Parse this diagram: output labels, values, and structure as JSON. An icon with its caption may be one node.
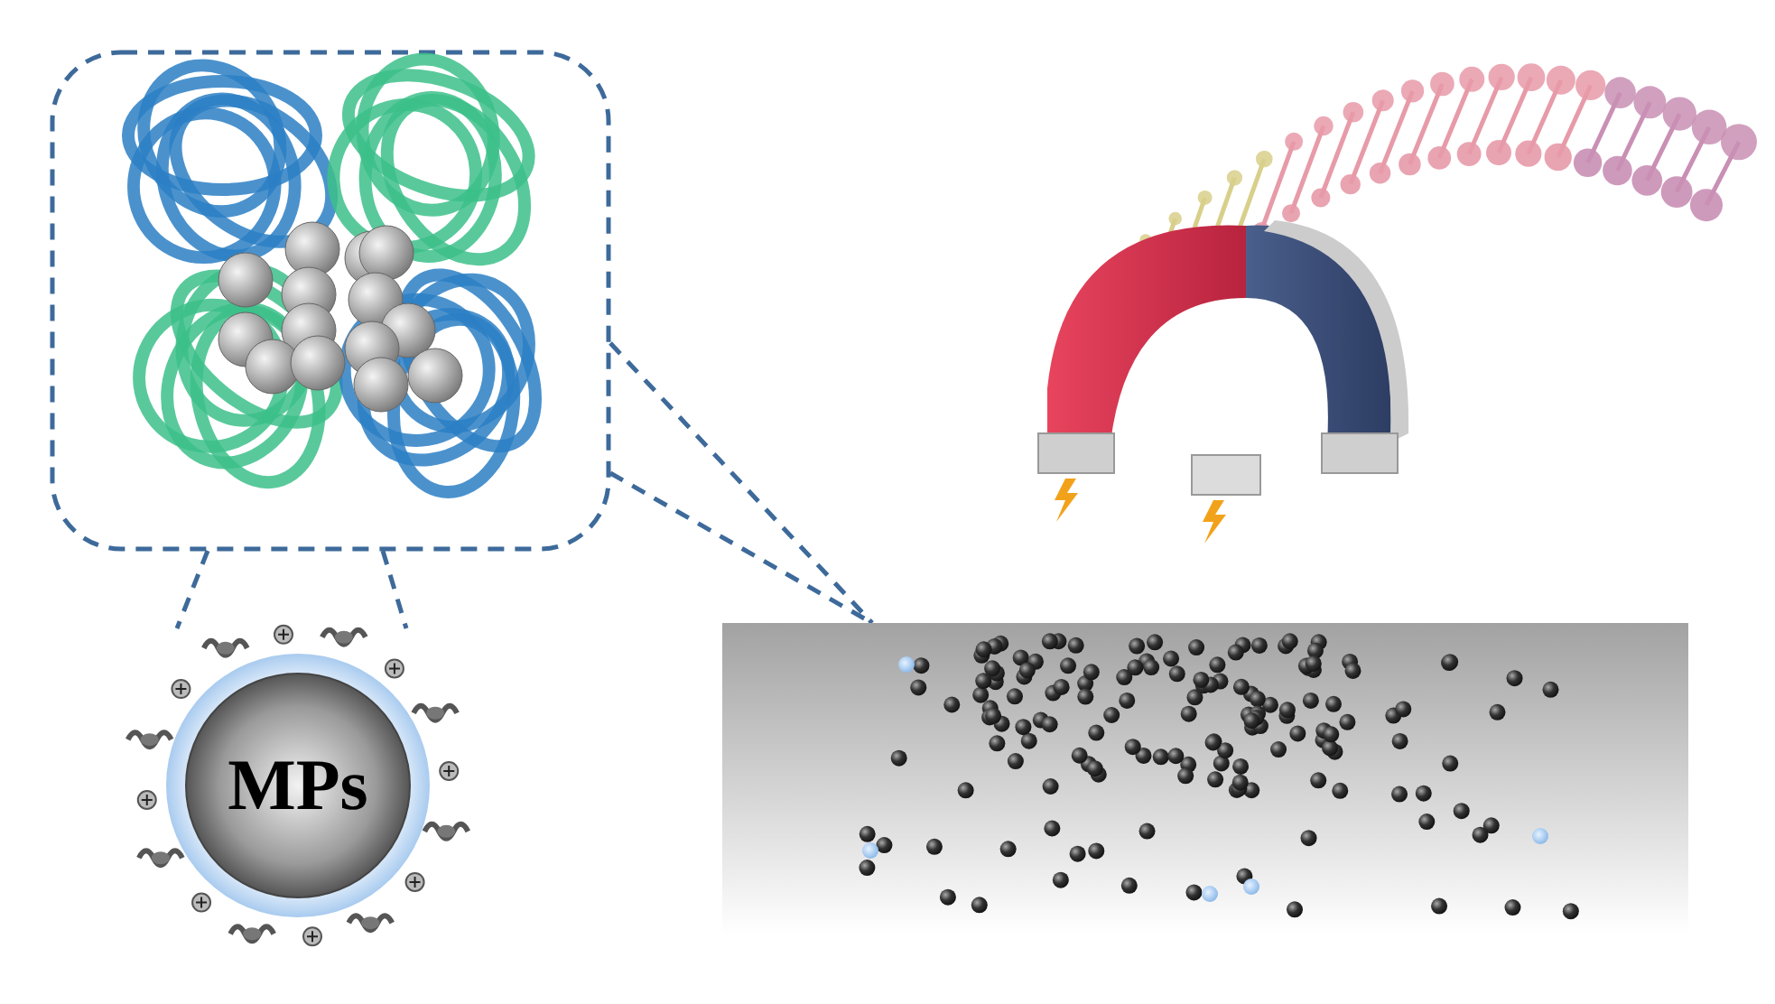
{
  "diagram": {
    "nodes": [
      {
        "text": [],
        "shape": "picture"
      },
      {
        "text": [
          "MPs"
        ]
      },
      {
        "text": [],
        "shape": "box"
      }
    ],
    "edges": [
      {
        "from": 0,
        "to": 1,
        "arrow": "none",
        "style": "dashed"
      },
      {
        "from": 0,
        "to": 2,
        "arrow": "none",
        "style": "dashed"
      }
    ]
  }
}
